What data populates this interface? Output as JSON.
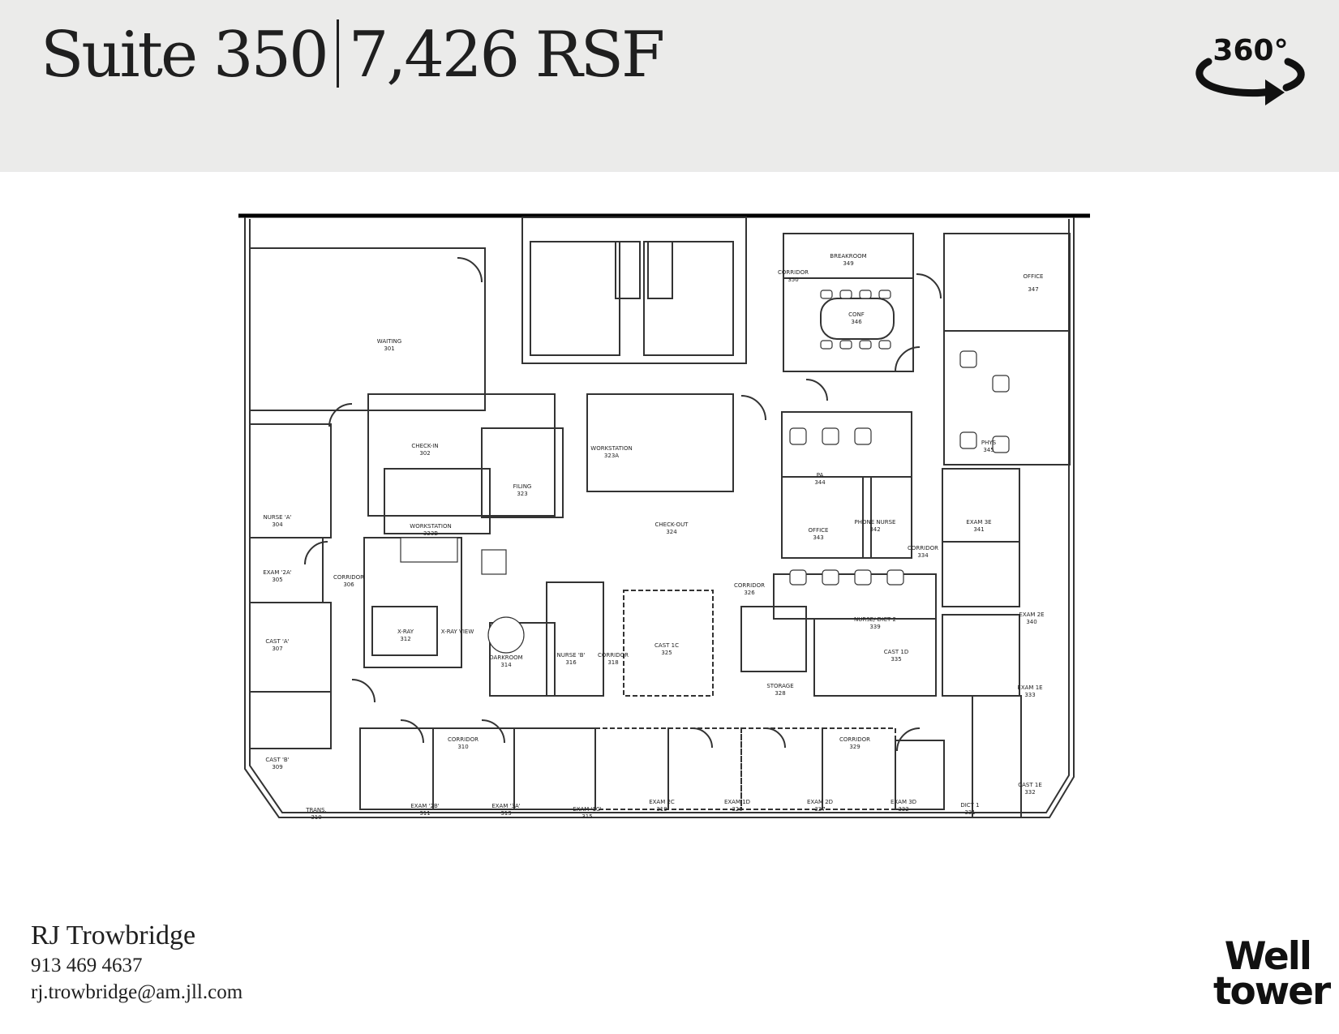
{
  "header": {
    "suite": "Suite 350",
    "area": "7,426 RSF",
    "tour_badge": "360°"
  },
  "floorplan": {
    "rooms": [
      {
        "name": "BREAKROOM",
        "num": "349"
      },
      {
        "name": "CORRIDOR",
        "num": "350"
      },
      {
        "name": "OFFICE",
        "num": "347"
      },
      {
        "name": "CONF",
        "num": "346"
      },
      {
        "name": "WAITING",
        "num": "301"
      },
      {
        "name": "CHECK-IN",
        "num": "302"
      },
      {
        "name": "WORKSTATION",
        "num": "323A"
      },
      {
        "name": "FILING",
        "num": "323"
      },
      {
        "name": "WORKSTATION",
        "num": "323B"
      },
      {
        "name": "CHECK-OUT",
        "num": "324"
      },
      {
        "name": "PA",
        "num": "344"
      },
      {
        "name": "PHYS",
        "num": "345"
      },
      {
        "name": "EXAM 3E",
        "num": "341"
      },
      {
        "name": "OFFICE",
        "num": "343"
      },
      {
        "name": "PHONE NURSE",
        "num": "342"
      },
      {
        "name": "CORRIDOR",
        "num": "334"
      },
      {
        "name": "NURSE 'A'",
        "num": "304"
      },
      {
        "name": "EXAM '2A'",
        "num": "305"
      },
      {
        "name": "CORRIDOR",
        "num": "306"
      },
      {
        "name": "CAST 'A'",
        "num": "307"
      },
      {
        "name": "X-RAY",
        "num": "312"
      },
      {
        "name": "X-RAY VIEW",
        "num": ""
      },
      {
        "name": "DARKROOM",
        "num": "314"
      },
      {
        "name": "NURSE 'B'",
        "num": "316"
      },
      {
        "name": "CORRIDOR",
        "num": "318"
      },
      {
        "name": "CAST 1C",
        "num": "325"
      },
      {
        "name": "CORRIDOR",
        "num": "326"
      },
      {
        "name": "NURSE/ DICT 2",
        "num": "339"
      },
      {
        "name": "EXAM 2E",
        "num": "340"
      },
      {
        "name": "CAST 1D",
        "num": "335"
      },
      {
        "name": "STORAGE",
        "num": "328"
      },
      {
        "name": "EXAM 1E",
        "num": "333"
      },
      {
        "name": "CORRIDOR",
        "num": "329"
      },
      {
        "name": "CORRIDOR",
        "num": "310"
      },
      {
        "name": "CAST 'B'",
        "num": "309"
      },
      {
        "name": "TRANS.",
        "num": "310"
      },
      {
        "name": "EXAM '2B'",
        "num": "311"
      },
      {
        "name": "EXAM '3A'",
        "num": "313"
      },
      {
        "name": "EXAM '1C'",
        "num": "315"
      },
      {
        "name": "EXAM 2C",
        "num": "319"
      },
      {
        "name": "EXAM 1D",
        "num": "320"
      },
      {
        "name": "EXAM 2D",
        "num": "327"
      },
      {
        "name": "EXAM 3D",
        "num": "332"
      },
      {
        "name": "DICT 1",
        "num": "331"
      },
      {
        "name": "CAST 1E",
        "num": "332"
      }
    ]
  },
  "contact": {
    "name": "RJ Trowbridge",
    "phone": "913 469 4637",
    "email": "rj.trowbridge@am.jll.com"
  },
  "brand": {
    "line1": "Well",
    "line2": "tower"
  }
}
